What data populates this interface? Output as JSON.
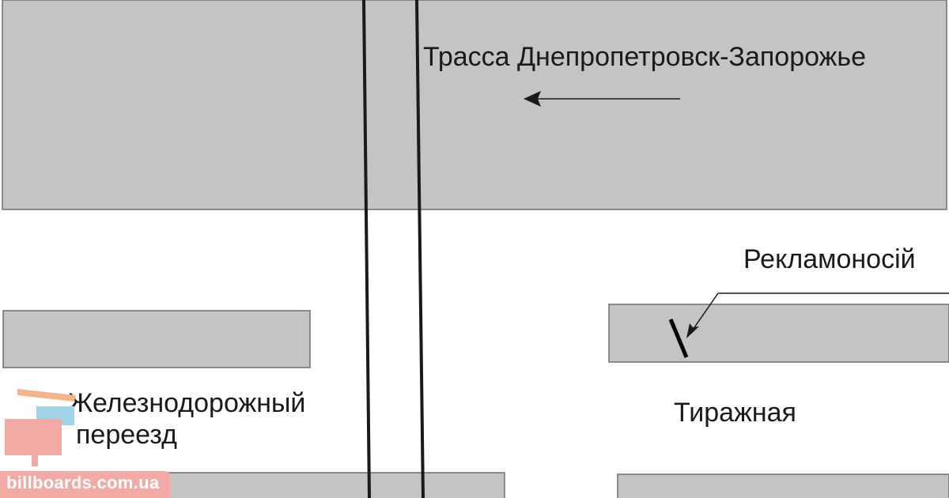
{
  "colors": {
    "block_fill": "#c4c4c4",
    "block_stroke": "#6e6e6e",
    "line": "#1a1a1a",
    "text": "#1a1a1a",
    "billboard": "#000000",
    "watermark_bg": "#f2aaa4",
    "watermark_icon": "#f6b48a",
    "watermark_icon_accent": "#9fd3e8",
    "watermark_text": "#ffffff"
  },
  "labels": {
    "highway": "Трасса Днепропетровск-Запорожье",
    "billboard": "Рекламоносій",
    "street": "Тиражная",
    "crossing_line1": "Железнодорожный",
    "crossing_line2": "переезд"
  },
  "watermark": {
    "text": "billboards.com.ua",
    "icon": "billboard-logo-icon"
  },
  "icons": {
    "direction_arrow": "arrow-left-icon",
    "billboard_marker": "billboard-marker-icon",
    "pointer_arrow": "arrow-pointer-icon"
  }
}
